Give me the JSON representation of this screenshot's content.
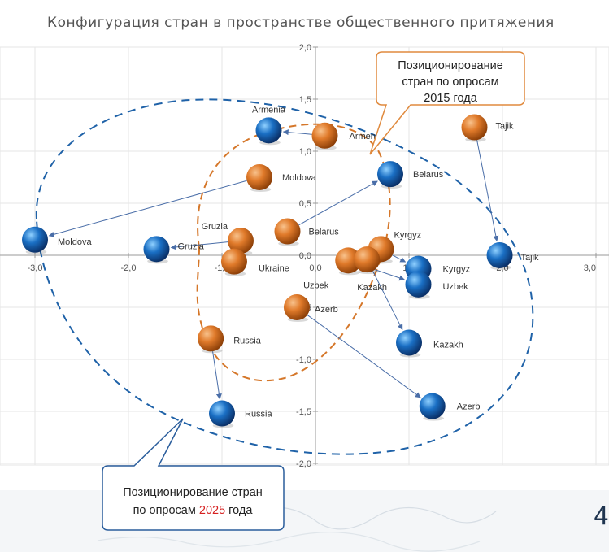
{
  "chart_data": {
    "type": "scatter",
    "title": "Конфигурация  стран в пространстве общественного  притяжения",
    "xlim": [
      -3.0,
      3.0
    ],
    "ylim": [
      -2.0,
      2.0
    ],
    "x_ticks": [
      "-3,0",
      "-2,0",
      "-1,0",
      "0,0",
      "1,0",
      "2,0",
      "3,0"
    ],
    "y_ticks": [
      "2,0",
      "1,5",
      "1,0",
      "0,5",
      "0,0",
      "-0,5",
      "-1,0",
      "-1,5",
      "-2,0"
    ],
    "grid": true,
    "series": [
      {
        "color": "#e07a2a",
        "points": [
          {
            "label": "Armenia",
            "x": 0.1,
            "y": 1.15
          },
          {
            "label": "Tajik",
            "x": 1.7,
            "y": 1.23
          },
          {
            "label": "Moldova",
            "x": -0.6,
            "y": 0.75
          },
          {
            "label": "Belarus",
            "x": -0.3,
            "y": 0.23
          },
          {
            "label": "Gruzia",
            "x": -0.8,
            "y": 0.14
          },
          {
            "label": "Ukraine",
            "x": -0.87,
            "y": -0.06
          },
          {
            "label": "Kyrgyz",
            "x": 0.7,
            "y": 0.06
          },
          {
            "label": "Uzbek",
            "x": 0.35,
            "y": -0.05
          },
          {
            "label": "Kazakh",
            "x": 0.55,
            "y": -0.04
          },
          {
            "label": "Azerb",
            "x": -0.2,
            "y": -0.5
          },
          {
            "label": "Russia",
            "x": -1.12,
            "y": -0.8
          }
        ]
      },
      {
        "color": "#1a6fc4",
        "points": [
          {
            "label": "Armenia",
            "x": -0.5,
            "y": 1.2
          },
          {
            "label": "Tajik",
            "x": 1.97,
            "y": 0.0
          },
          {
            "label": "Belarus",
            "x": 0.8,
            "y": 0.78
          },
          {
            "label": "Moldova",
            "x": -3.0,
            "y": 0.15
          },
          {
            "label": "Gruzia",
            "x": -1.7,
            "y": 0.06
          },
          {
            "label": "Kyrgyz",
            "x": 1.1,
            "y": -0.13
          },
          {
            "label": "Uzbek",
            "x": 1.1,
            "y": -0.28
          },
          {
            "label": "Kazakh",
            "x": 1.0,
            "y": -0.84
          },
          {
            "label": "Azerb",
            "x": 1.25,
            "y": -1.45
          },
          {
            "label": "Russia",
            "x": -1.0,
            "y": -1.52
          }
        ]
      }
    ],
    "annotations": {
      "callout_2015": [
        "Позиционирование",
        "стран по опросам",
        "2015 года"
      ],
      "callout_2025_line1": "Позиционирование стран",
      "callout_2025_prefix": "по опросам ",
      "callout_2025_year": "2025",
      "callout_2025_suffix": " года",
      "year_color": "#d62020"
    }
  },
  "page_number": "4"
}
